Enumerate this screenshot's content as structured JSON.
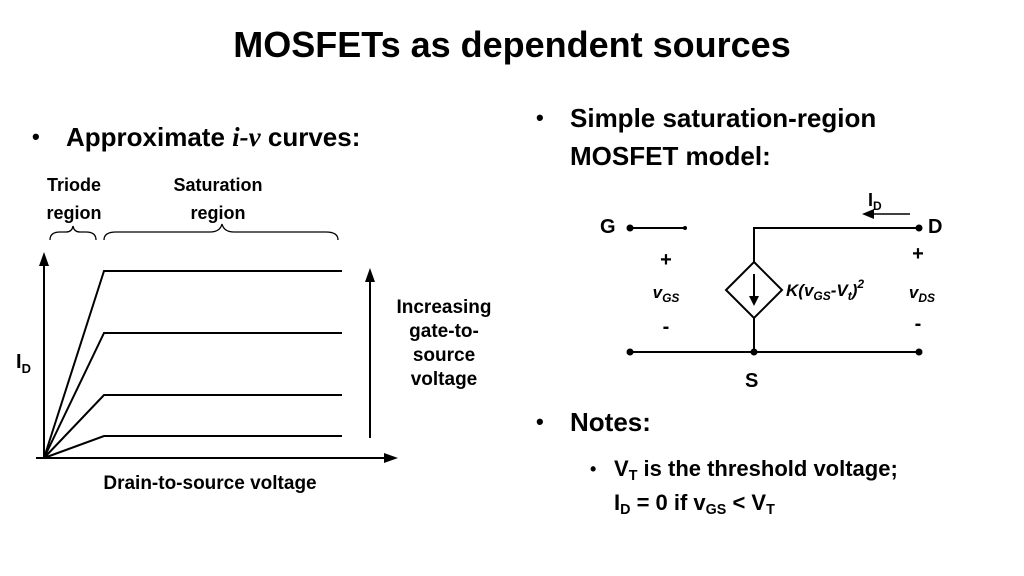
{
  "slide": {
    "title": "MOSFETs as dependent sources"
  },
  "left": {
    "bullet_pre": "Approximate ",
    "bullet_ital": "i-v",
    "bullet_post": " curves:",
    "graph": {
      "triode_line1": "Triode",
      "triode_line2": "region",
      "sat_line1": "Saturation",
      "sat_line2": "region",
      "y_label": "I",
      "y_label_sub": "D",
      "x_label": "Drain-to-source voltage",
      "arrow_text": [
        "Increasing",
        "gate-to-",
        "source",
        "voltage"
      ]
    }
  },
  "right": {
    "bullet1_line1": "Simple saturation-region",
    "bullet1_line2": "MOSFET model:",
    "circuit": {
      "g": "G",
      "d": "D",
      "s": "S",
      "id": "I",
      "id_sub": "D",
      "plus": "+",
      "minus": "-",
      "vgs": "v",
      "vgs_sub": "GS",
      "vds": "v",
      "vds_sub": "DS",
      "formula_pre": "K(v",
      "formula_sub1": "GS",
      "formula_mid": "-V",
      "formula_sub2": "t",
      "formula_post": ")",
      "formula_exp": "2"
    },
    "notes_label": "Notes:",
    "note_line1_a": "V",
    "note_line1_a_sub": "T",
    "note_line1_b": " is the threshold voltage;",
    "note_line2_a": "I",
    "note_line2_a_sub": "D",
    "note_line2_b": " = 0 if v",
    "note_line2_b_sub": "GS",
    "note_line2_c": " < V",
    "note_line2_c_sub": "T"
  }
}
